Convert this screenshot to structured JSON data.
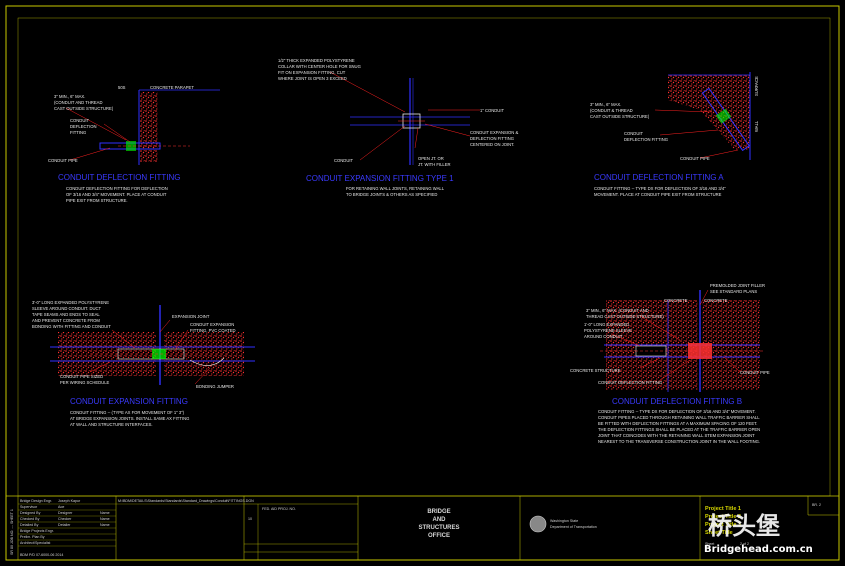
{
  "details": {
    "d1": {
      "title": "CONDUIT DEFLECTION FITTING",
      "tag_top": "50S",
      "tag_right": "CONCRETE PARAPET",
      "callout_dims": [
        "3\" MIN., 6\" MAX.",
        "(CONDUIT AND THREAD",
        "CAST OUTSIDE STRUCTURE)"
      ],
      "callout_fitting": [
        "CONDUIT",
        "DEFLECTION",
        "FITTING"
      ],
      "callout_pipe": "CONDUIT PIPE",
      "notes": [
        "CONDUIT DEFLECTION FITTING FOR DEFLECTION",
        "OF 3/16 AND 3/4\" MOVEMENT.  PLACE AT CONDUIT",
        "PIPE EXIT FROM STRUCTURE."
      ]
    },
    "d2": {
      "title": "CONDUIT EXPANSION FITTING TYPE 1",
      "callout_top": [
        "1/2\" THICK EXPANDED POLYSTYRENE",
        "COLLAR WITH CENTER HOLE FOR SNUG",
        "FIT ON EXPANSION FITTING. CUT",
        "WHERE JOINT IS OPEN 3 EXCEED"
      ],
      "callout_conduit": "1\" CONDUIT",
      "callout_fitting": [
        "CONDUIT EXPANSION &",
        "DEFLECTION FITTING",
        "CENTERED ON JOINT."
      ],
      "callout_left": "CONDUIT",
      "callout_bottom": [
        "OPEN JT. OR",
        "JT. WITH FILLER"
      ],
      "notes": [
        "FOR RETAINING WALL JOINTS, RETAINING WALL",
        "TO BRIDGE JOINTS & OTHERS AS SPECIFIED"
      ]
    },
    "d3": {
      "title": "CONDUIT DEFLECTION FITTING A",
      "callout_dims": [
        "3\" MIN., 6\" MAX.",
        "(CONDUIT & THREAD",
        "CAST OUTSIDE STRUCTURE)"
      ],
      "callout_fitting": [
        "CONDUIT",
        "DEFLECTION FITTING"
      ],
      "callout_pipe": "CONDUIT PIPE",
      "tag_side_a": "SURFACE",
      "tag_side_b": "WALL",
      "notes": [
        "CONDUIT FITTING -- TYPE DX FOR DEFLECTION OF 3/16 AND 3/4\"",
        "MOVEMENT.  PLACE AT CONDUIT PIPE EXIT FROM STRUCTURE"
      ]
    },
    "d4": {
      "title": "CONDUIT EXPANSION FITTING",
      "callout_polystyrene": [
        "3'-0\" LONG EXPANDED POLYSTYRENE",
        "SLEEVE AROUND CONDUIT. DUCT",
        "TAPE SEAMS AND ENDS TO SEAL",
        "AND PREVENT CONCRETE FROM",
        "BONDING WITH FITTING AND CONDUIT"
      ],
      "callout_joint": "EXPANSION JOINT",
      "callout_fitting": [
        "CONDUIT EXPANSION",
        "FITTING, PVC COATED"
      ],
      "callout_pipe": [
        "CONDUIT PIPE SIZED",
        "PER WIRING SCHEDULE"
      ],
      "callout_jumper": "BONDING JUMPER",
      "notes": [
        "CONDUIT FITTING -- (TYPE AX FOR MOVEMENT OF 1\" 3\")",
        "AT BRIDGE EXPANSION JOINTS.  INSTALL SAME AX FITTING",
        "AT WALL AND STRUCTURE INTERFACES."
      ]
    },
    "d5": {
      "title": "CONDUIT DEFLECTION FITTING B",
      "callout_filler": [
        "PREMOLDED JOINT FILLER",
        "SEE STANDARD PLANS"
      ],
      "tag_left": "CONCRETE",
      "tag_right": "CONCRETE",
      "callout_dims": [
        "3\" MIN., 6\" MAX. (CONDUIT AND",
        "THREAD CAST OUTSIDE STRUCTURE)"
      ],
      "callout_sleeve": [
        "1'-0\" LONG EXPANDED",
        "POLYSTYRENE SLEEVE",
        "AROUND CONDUIT"
      ],
      "callout_concrete": "CONCRETE STRUCTURE",
      "callout_pipe": "CONDUIT PIPE",
      "callout_fitting": "CONDUIT DEFLECTION FITTING",
      "notes": [
        "CONDUIT FITTING -- TYPE DX FOR DEFLECTION OF 3/16 AND 3/4\" MOVEMENT.",
        "CONDUIT PIPES PLACED THROUGH RETAINING WALL TRAFFIC BARRIER SHALL",
        "BE FITTED WITH DEFLECTION FITTINGS AT A MAXIMUM SPACING OF 120 FEET.",
        "THE DEFLECTION FITTINGS SHALL BE PLACED AT THE TRAFFIC BARRIER OPEN",
        "JOINT THAT COINCIDES WITH THE RETAINING WALL STEM EXPANSION JOINT",
        "NEAREST TO THE TRANSVERSE CONSTRUCTION JOINT IN THE WALL FOOTING."
      ]
    }
  },
  "title_block": {
    "side_text": "SR  80  JOB NO.     ---  SHEET  1",
    "rows": [
      {
        "label": "Bridge Design Engr.",
        "name": "Joseph Kapur"
      },
      {
        "label": "Supervisor",
        "name": "Aoe"
      },
      {
        "label": "Designed By",
        "name": "Designer",
        "tag": "Name"
      },
      {
        "label": "Checked By",
        "name": "Checker",
        "tag": "Name"
      },
      {
        "label": "Detailed By",
        "name": "Detailer",
        "tag": "Name"
      },
      {
        "label": "Bridge Projects Engr.",
        "name": ""
      },
      {
        "label": "Prelim. Plan By",
        "name": ""
      },
      {
        "label": "Architect/Specialist",
        "name": ""
      }
    ],
    "footer_left": "BDM P/D 07-6000-06  2014",
    "path_text": "M:\\BDM\\DETAILS\\Standards\\Standards\\Standard_Drawings\\Conduit\\FITTINGS.DGN",
    "num_cell": "10",
    "fed_text": "FED. AID PROJ. NO.",
    "section_line1": "BRIDGE",
    "section_line2": "AND",
    "section_line3": "STRUCTURES",
    "section_line4": "OFFICE",
    "agency_line1": "Washington State",
    "agency_line2": "Department of Transportation",
    "project_title": "Project Title 1",
    "project_lines": [
      "Project Title 2",
      "Project Title 3",
      "Sheet Title"
    ],
    "sheet_label": "Sheet",
    "sheet_value": "2 of 2",
    "bridge_no": "BR. 2"
  },
  "watermark": {
    "cjk": "桥头堡",
    "url": "Bridgehead.com.cn"
  },
  "colors": {
    "background": "#000000",
    "title_blue": "#3a3aff",
    "callout_red": "#ff2020",
    "structure_blue": "#3030ff",
    "concrete_red": "#ff3030",
    "border_yellow": "#c8c800",
    "fitting_green": "#00ff00"
  }
}
